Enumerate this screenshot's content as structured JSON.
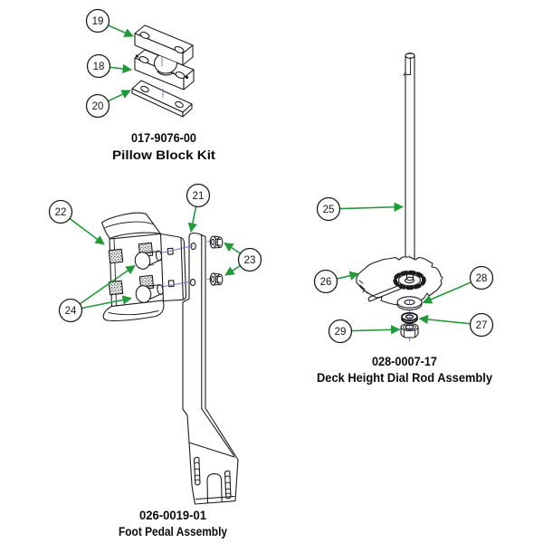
{
  "figure": {
    "type": "exploded-parts-diagram",
    "background": "#ffffff"
  },
  "colors": {
    "line": "#1c1c1c",
    "arrow": "#219a38",
    "centerline": "#7070cc",
    "text": "#0b0b0b"
  },
  "assemblies": [
    {
      "part_number": "017-9076-00",
      "name": "Pillow Block Kit",
      "callouts": [
        "19",
        "18",
        "20"
      ]
    },
    {
      "part_number": "026-0019-01",
      "name": "Foot Pedal Assembly",
      "callouts": [
        "22",
        "21",
        "23",
        "24"
      ]
    },
    {
      "part_number": "028-0007-17",
      "name": "Deck Height Dial Rod Assembly",
      "callouts": [
        "25",
        "26",
        "28",
        "29",
        "27"
      ]
    }
  ],
  "callouts": {
    "c18": "18",
    "c19": "19",
    "c20": "20",
    "c21": "21",
    "c22": "22",
    "c23": "23",
    "c24": "24",
    "c25": "25",
    "c26": "26",
    "c27": "27",
    "c28": "28",
    "c29": "29"
  }
}
